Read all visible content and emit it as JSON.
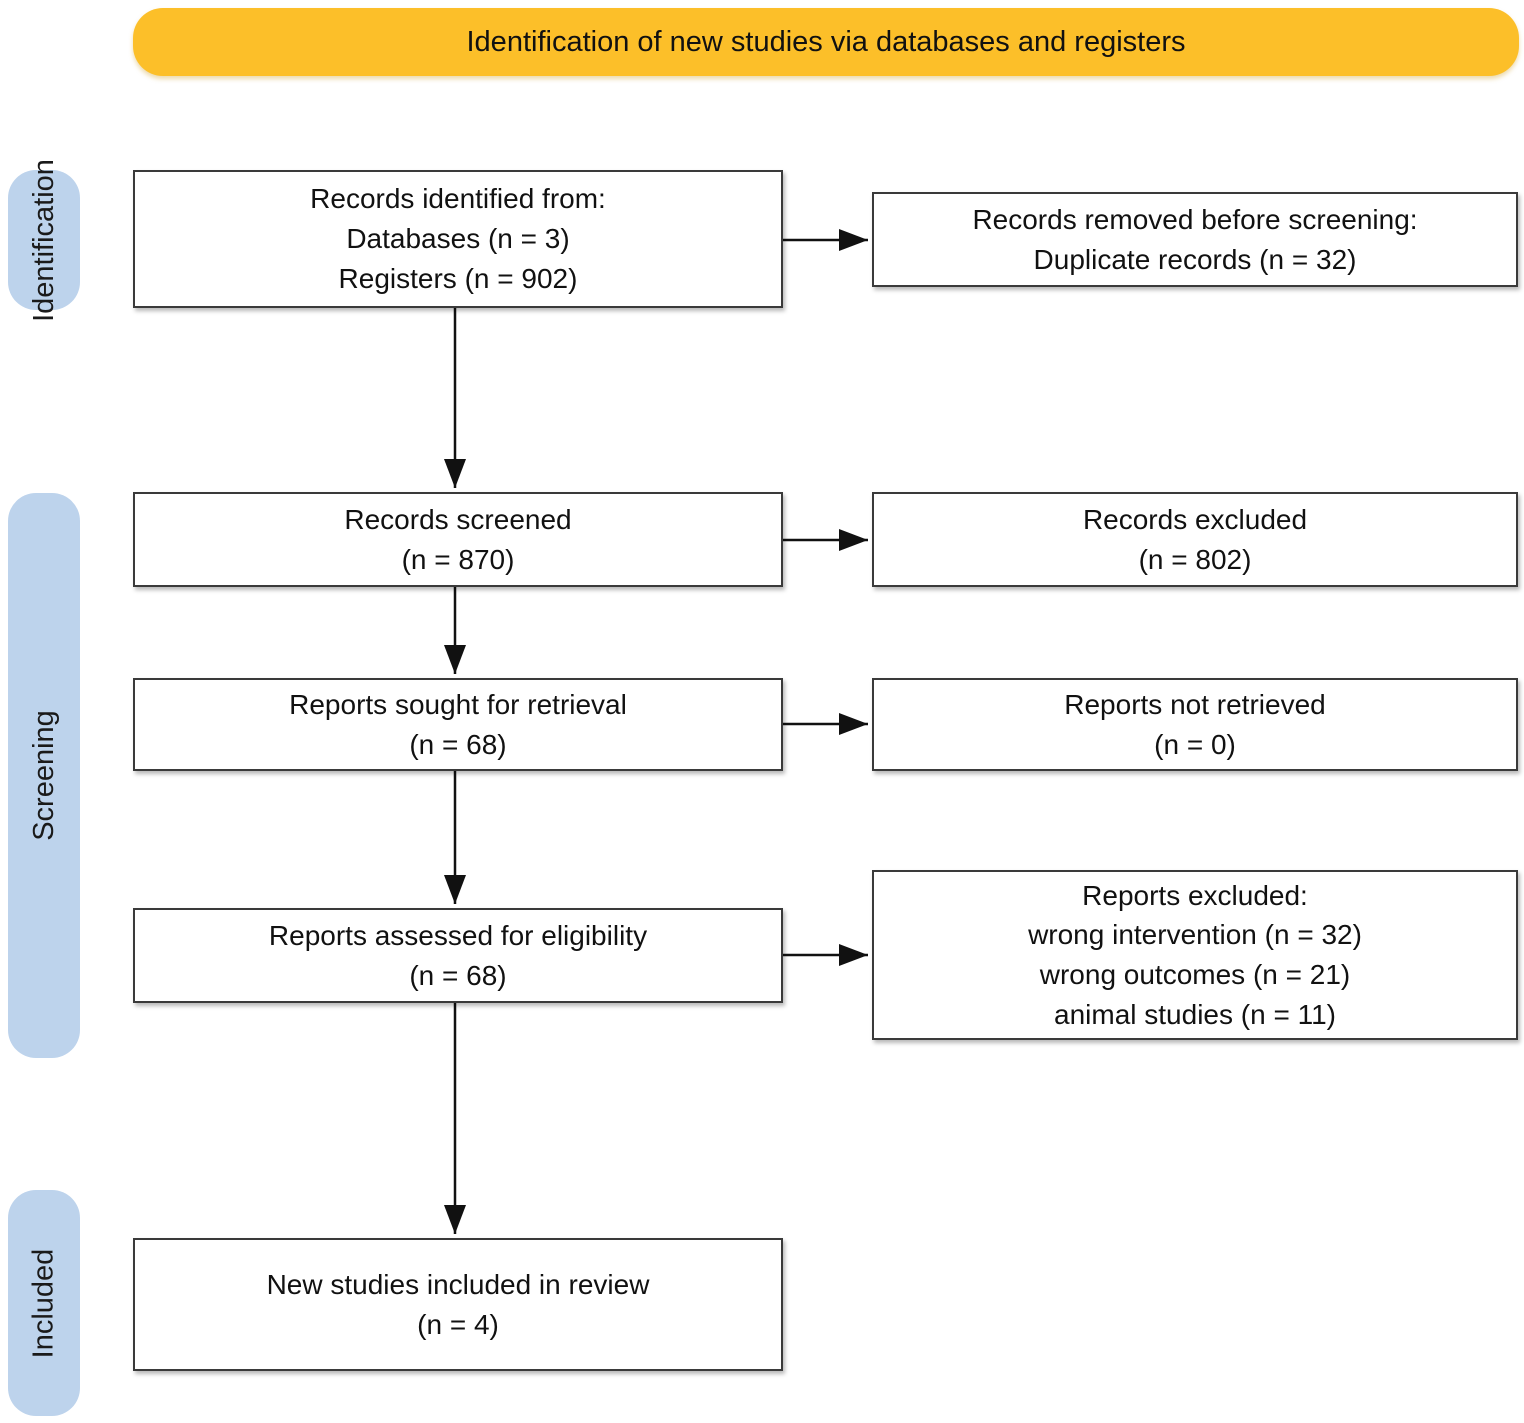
{
  "banner": {
    "label": "Identification of new studies via databases and registers"
  },
  "colors": {
    "banner_bg": "#FCBF29",
    "stage_bg": "#BDD3EC",
    "box_border": "#3a3a3a",
    "arrow": "#111111"
  },
  "stages": [
    {
      "label": "Identification"
    },
    {
      "label": "Screening"
    },
    {
      "label": "Included"
    }
  ],
  "boxes": {
    "records_identified": {
      "lines": [
        "Records identified from:",
        "Databases (n = 3)",
        "Registers (n = 902)"
      ]
    },
    "records_removed": {
      "lines": [
        "Records removed before screening:",
        "Duplicate records (n = 32)"
      ]
    },
    "records_screened": {
      "lines": [
        "Records screened",
        "(n = 870)"
      ]
    },
    "records_excluded": {
      "lines": [
        "Records excluded",
        "(n = 802)"
      ]
    },
    "reports_sought": {
      "lines": [
        "Reports sought for retrieval",
        "(n = 68)"
      ]
    },
    "reports_not_retrieved": {
      "lines": [
        "Reports not retrieved",
        "(n = 0)"
      ]
    },
    "reports_assessed": {
      "lines": [
        "Reports assessed for eligibility",
        "(n = 68)"
      ]
    },
    "reports_excluded": {
      "lines": [
        "Reports excluded:",
        "wrong intervention (n = 32)",
        "wrong outcomes (n = 21)",
        "animal studies (n = 11)"
      ]
    },
    "new_studies_included": {
      "lines": [
        "New studies included in review",
        "(n = 4)"
      ]
    }
  }
}
